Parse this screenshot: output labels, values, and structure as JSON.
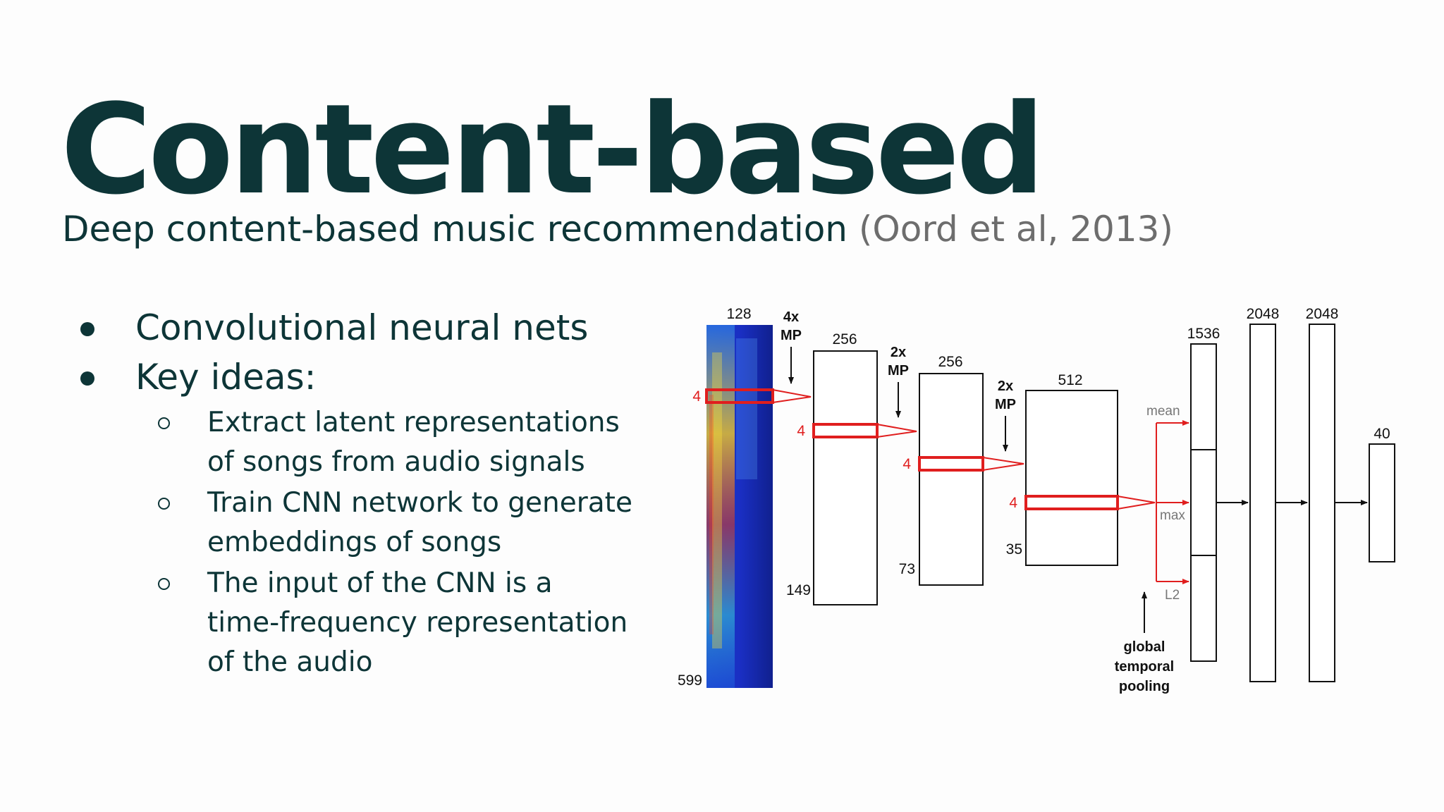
{
  "slide": {
    "title": "Content-based",
    "subtitle": "Deep content-based music recommendation",
    "citation": "(Oord et al, 2013)"
  },
  "bullets": {
    "items": [
      "Convolutional neural nets",
      "Key ideas:"
    ],
    "subitems": [
      [
        "Extract latent representations",
        "of songs from audio signals"
      ],
      [
        "Train CNN network to generate",
        "embeddings of songs"
      ],
      [
        "The input of the CNN is a",
        "time-frequency representation",
        "of the audio"
      ]
    ]
  },
  "diagram": {
    "input": {
      "width": "128",
      "height": "599",
      "window": "4"
    },
    "pool1": {
      "line1": "4x",
      "line2": "MP"
    },
    "conv1": {
      "width": "256",
      "height": "149",
      "window": "4"
    },
    "pool2": {
      "line1": "2x",
      "line2": "MP"
    },
    "conv2": {
      "width": "256",
      "height": "73",
      "window": "4"
    },
    "pool3": {
      "line1": "2x",
      "line2": "MP"
    },
    "conv3": {
      "width": "512",
      "height": "35",
      "window": "4"
    },
    "pooling": {
      "mean": "mean",
      "max": "max",
      "l2": "L2",
      "label": [
        "global",
        "temporal",
        "pooling"
      ]
    },
    "concat": {
      "width": "1536"
    },
    "dense1": {
      "width": "2048"
    },
    "dense2": {
      "width": "2048"
    },
    "output": {
      "width": "40"
    },
    "colors": {
      "highlight": "#e01e1e",
      "text": "#0d3537",
      "citation": "#6d6d6d"
    }
  }
}
